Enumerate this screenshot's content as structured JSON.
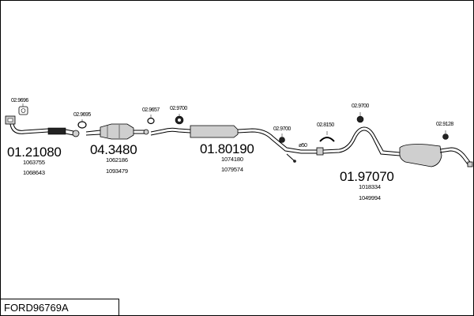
{
  "reference": "FORD96769A",
  "assemblies": [
    {
      "number": "01.21080",
      "oem": [
        "1063755",
        "1068643"
      ]
    },
    {
      "number": "04.3480",
      "oem": [
        "1062186",
        "1093479"
      ]
    },
    {
      "number": "01.80190",
      "oem": [
        "1074180",
        "1079574"
      ]
    },
    {
      "number": "01.97070",
      "oem": [
        "1018334",
        "1049994"
      ]
    }
  ],
  "parts": [
    "02.9696",
    "02.9695",
    "02.9657",
    "02.9700",
    "02.9700",
    "02.8150",
    "02.9700",
    "02.9128"
  ],
  "diameter_note": "ø50",
  "icons": [
    "exhaust-pipe-icon",
    "catalytic-converter-icon",
    "muffler-icon",
    "gasket-icon",
    "rubber-mount-icon",
    "clamp-icon"
  ]
}
